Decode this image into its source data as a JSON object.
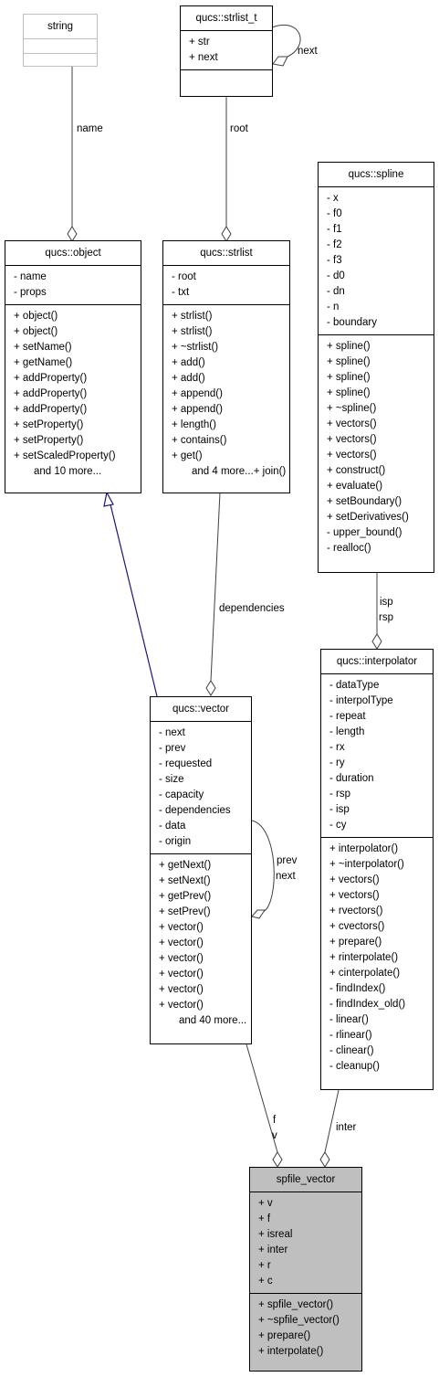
{
  "nodes": {
    "string": {
      "title": "string",
      "attrs": [],
      "methods": []
    },
    "strlist_t": {
      "title": "qucs::strlist_t",
      "attrs": [
        "+ str",
        "+ next"
      ],
      "methods": []
    },
    "object": {
      "title": "qucs::object",
      "attrs": [
        "- name",
        "- props"
      ],
      "methods": [
        "+ object()",
        "+ object()",
        "+ setName()",
        "+ getName()",
        "+ addProperty()",
        "+ addProperty()",
        "+ addProperty()",
        "+ setProperty()",
        "+ setProperty()",
        "+ setScaledProperty()"
      ],
      "more": "and 10 more..."
    },
    "strlist": {
      "title": "qucs::strlist",
      "attrs": [
        "- root",
        "- txt"
      ],
      "methods": [
        "+ strlist()",
        "+ strlist()",
        "+ ~strlist()",
        "+ add()",
        "+ add()",
        "+ append()",
        "+ append()",
        "+ length()",
        "+ contains()",
        "+ get()"
      ],
      "more": "and 4 more...+ join()"
    },
    "spline": {
      "title": "qucs::spline",
      "attrs": [
        "- x",
        "- f0",
        "- f1",
        "- f2",
        "- f3",
        "- d0",
        "- dn",
        "- n",
        "- boundary"
      ],
      "methods": [
        "+ spline()",
        "+ spline()",
        "+ spline()",
        "+ spline()",
        "+ ~spline()",
        "+ vectors()",
        "+ vectors()",
        "+ vectors()",
        "+ construct()",
        "+ evaluate()",
        "+ setBoundary()",
        "+ setDerivatives()",
        "- upper_bound()",
        "- realloc()"
      ]
    },
    "vector": {
      "title": "qucs::vector",
      "attrs": [
        "- next",
        "- prev",
        "- requested",
        "- size",
        "- capacity",
        "- dependencies",
        "- data",
        "- origin"
      ],
      "methods": [
        "+ getNext()",
        "+ setNext()",
        "+ getPrev()",
        "+ setPrev()",
        "+ vector()",
        "+ vector()",
        "+ vector()",
        "+ vector()",
        "+ vector()",
        "+ vector()"
      ],
      "more": "and 40 more..."
    },
    "interpolator": {
      "title": "qucs::interpolator",
      "attrs": [
        "- dataType",
        "- interpolType",
        "- repeat",
        "- length",
        "- rx",
        "- ry",
        "- duration",
        "- rsp",
        "- isp",
        "- cy"
      ],
      "methods": [
        "+ interpolator()",
        "+ ~interpolator()",
        "+ vectors()",
        "+ vectors()",
        "+ rvectors()",
        "+ cvectors()",
        "+ prepare()",
        "+ rinterpolate()",
        "+ cinterpolate()",
        "- findIndex()",
        "- findIndex_old()",
        "- linear()",
        "- rlinear()",
        "- clinear()",
        "- cleanup()"
      ]
    },
    "spfile_vector": {
      "title": "spfile_vector",
      "attrs": [
        "+ v",
        "+ f",
        "+ isreal",
        "+ inter",
        "+ r",
        "+ c"
      ],
      "methods": [
        "+ spfile_vector()",
        "+ ~spfile_vector()",
        "+ prepare()",
        "+ interpolate()"
      ]
    }
  },
  "edge_labels": {
    "name": "name",
    "root": "root",
    "next": "next",
    "dependencies": "dependencies",
    "prev_next": [
      "prev",
      "next"
    ],
    "isp_rsp": [
      "isp",
      "rsp"
    ],
    "f_v": [
      "f",
      "v"
    ],
    "inter": "inter"
  },
  "colors": {
    "generalization_arrow": "#191970",
    "highlight_fill": "#bfbfbf",
    "external_border": "#bfbfbf",
    "edge": "#404040"
  }
}
